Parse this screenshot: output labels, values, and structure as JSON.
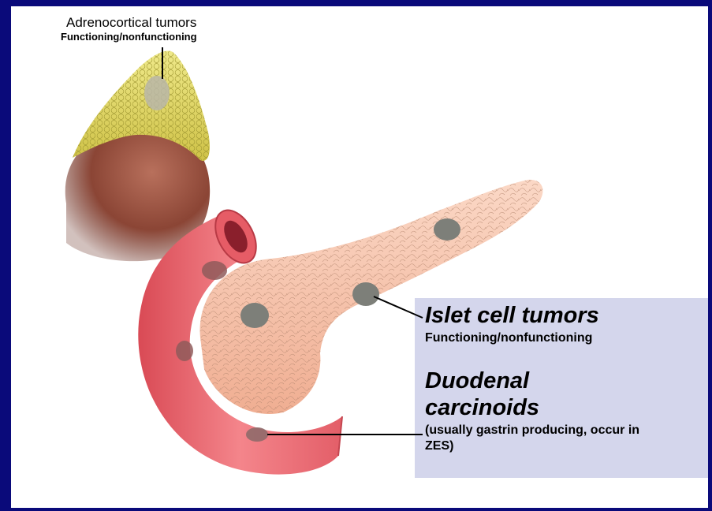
{
  "labels": {
    "adrenal": {
      "title": "Adrenocortical tumors",
      "subtitle": "Functioning/nonfunctioning"
    },
    "islet": {
      "title": "Islet cell tumors",
      "subtitle": "Functioning/nonfunctioning"
    },
    "duodenal": {
      "title": "Duodenal carcinoids",
      "subtitle": "(usually gastrin producing, occur in ZES)"
    }
  },
  "colors": {
    "background": "#0a0a7a",
    "label_box": "#d4d6ec",
    "adrenal": "#d8cf58",
    "kidney": "#8e4a3a",
    "duodenum": "#ec6b73",
    "pancreas": "#f5c1a8",
    "tumor": "#7d7f79"
  }
}
